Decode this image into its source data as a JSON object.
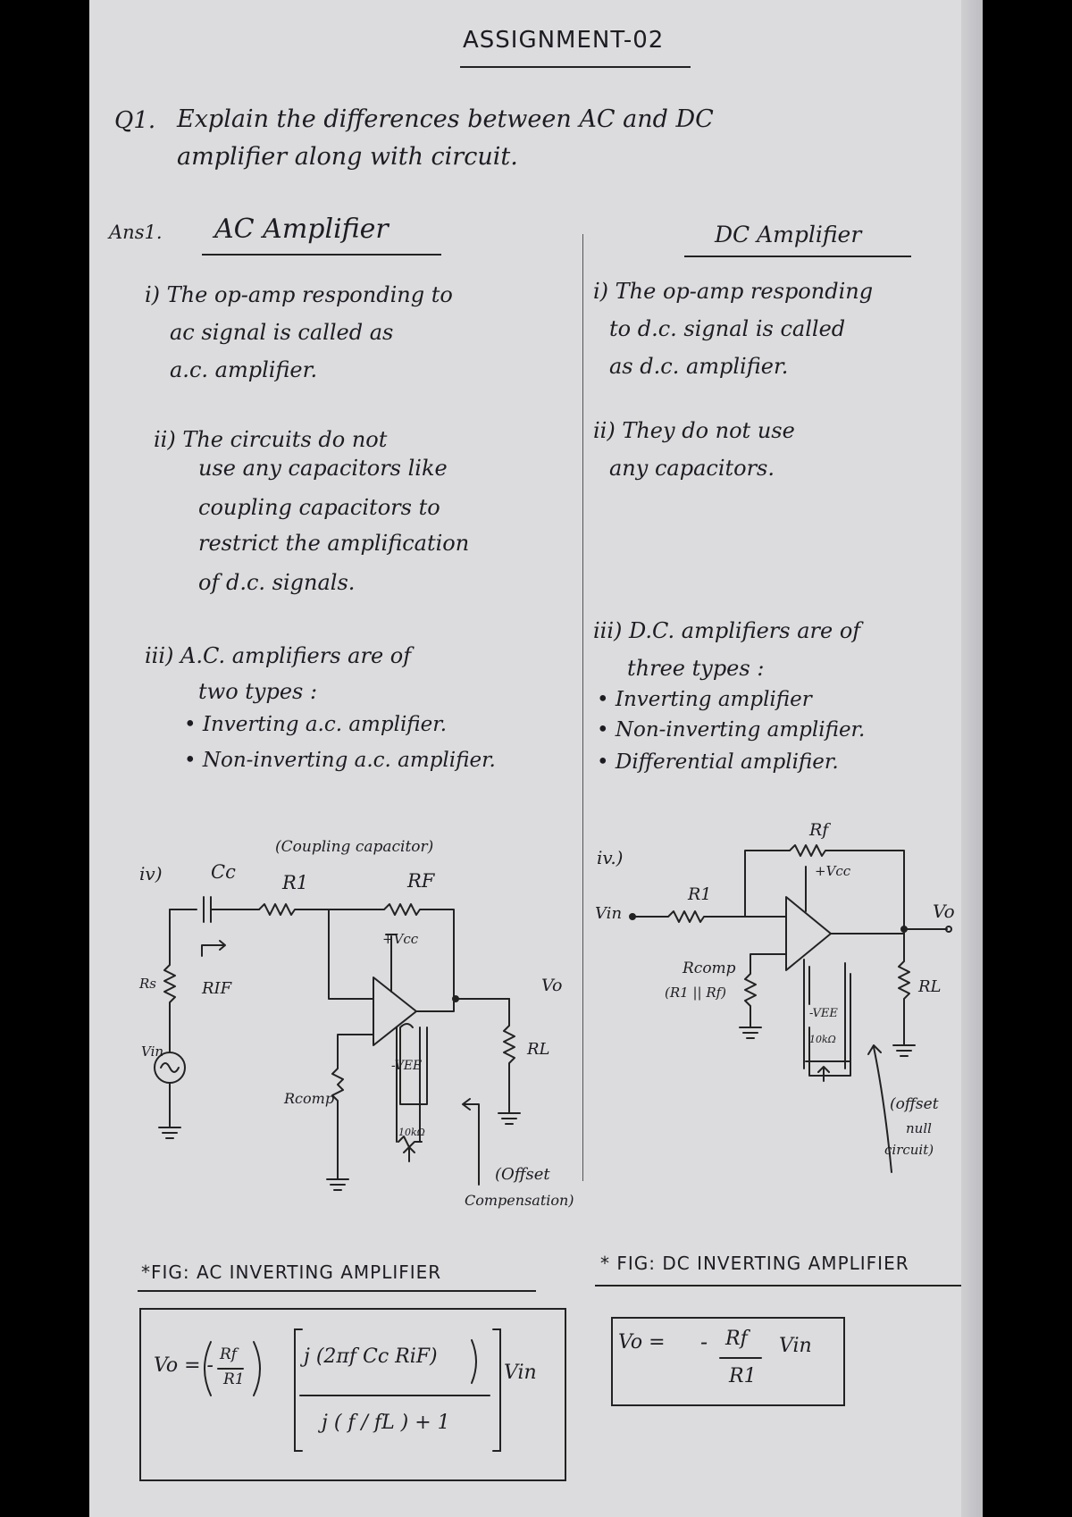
{
  "title": "ASSIGNMENT-02",
  "question": {
    "number": "Q1.",
    "line1": "Explain the differences between AC and DC",
    "line2": "amplifier along with circuit."
  },
  "answer_label": "Ans1.",
  "ac": {
    "heading": "AC Amplifier",
    "points": [
      [
        "i) The op-amp responding to",
        "ac signal is called as",
        "a.c. amplifier."
      ],
      [
        "ii) The circuits do not",
        "use any capacitors like",
        "coupling capacitors to",
        "restrict the amplification",
        "of d.c. signals."
      ],
      [
        "iii) A.C. amplifiers are of",
        "two types :",
        "• Inverting a.c. amplifier.",
        "• Non-inverting a.c. amplifier."
      ]
    ],
    "fig_number": "iv)",
    "circuit_labels": {
      "cc": "Cc",
      "coupling": "(Coupling capacitor)",
      "r1": "R1",
      "rf": "RF",
      "vcc": "+Vcc",
      "rif": "RIF",
      "rs": "Rs",
      "vin": "Vin",
      "vo": "Vo",
      "rl": "RL",
      "vee": "-VEE",
      "rcomp": "Rcomp",
      "pot": "10kΩ",
      "offset1": "(Offset",
      "offset2": "Compensation)"
    },
    "fig_caption": "*FIG: AC INVERTING AMPLIFIER",
    "formula": {
      "lhs": "Vo = -",
      "ratio_num": "Rf",
      "ratio_den": "R1",
      "numerator": "j (2πf Cc RiF)",
      "denominator": "j ( f / fL ) + 1",
      "tail": "Vin"
    }
  },
  "dc": {
    "heading": "DC Amplifier",
    "points": [
      [
        "i) The op-amp responding",
        "to d.c. signal is called",
        "as d.c. amplifier."
      ],
      [
        "ii) They do not use",
        "any capacitors."
      ],
      [
        "iii) D.C. amplifiers are of",
        "three types :",
        "• Inverting amplifier",
        "• Non-inverting amplifier.",
        "• Differential amplifier."
      ]
    ],
    "fig_number": "iv.)",
    "circuit_labels": {
      "rf": "Rf",
      "vcc": "+Vcc",
      "r1": "R1",
      "vin": "Vin",
      "vo": "Vo",
      "rcomp": "Rcomp",
      "rcomp_eq": "(R1 || Rf)",
      "rl": "RL",
      "vee": "-VEE",
      "pot": "10kΩ",
      "offset1": "(offset",
      "offset2": "null",
      "offset3": "circuit)"
    },
    "fig_caption": "* FIG: DC INVERTING AMPLIFIER",
    "formula": {
      "lhs": "Vo =",
      "minus": "-",
      "num": "Rf",
      "den": "R1",
      "tail": "Vin"
    }
  }
}
